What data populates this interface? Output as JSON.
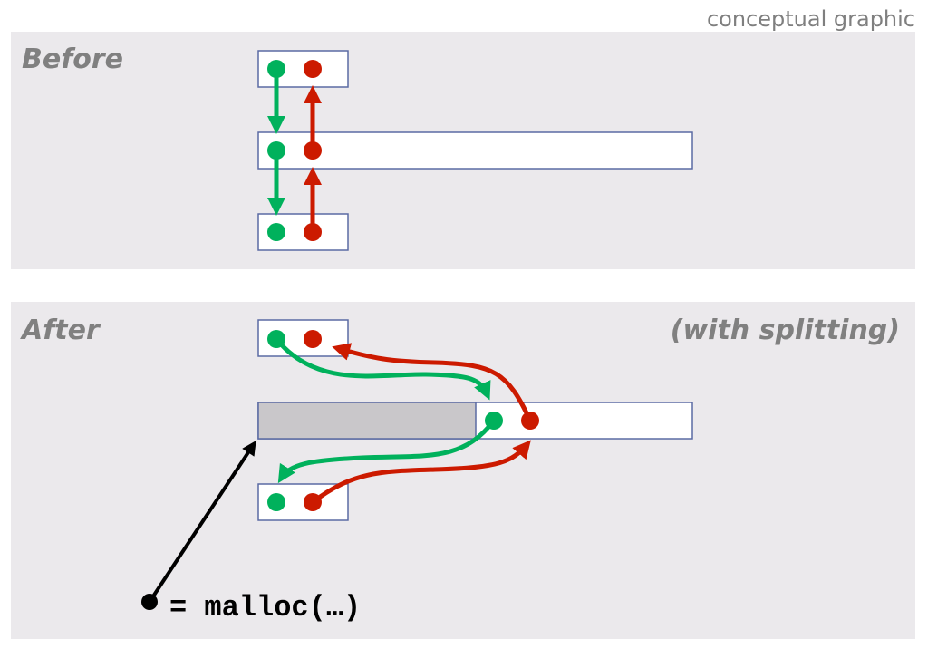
{
  "caption": "conceptual graphic",
  "before": {
    "label": "Before"
  },
  "after": {
    "label": "After",
    "note": "(with splitting)"
  },
  "code": "= malloc(…)",
  "colors": {
    "next": "#00b15c",
    "prev": "#cc1a00",
    "allocated": "#c9c7ca",
    "panel": "#ebe9ec",
    "border": "#5b6aa3"
  }
}
